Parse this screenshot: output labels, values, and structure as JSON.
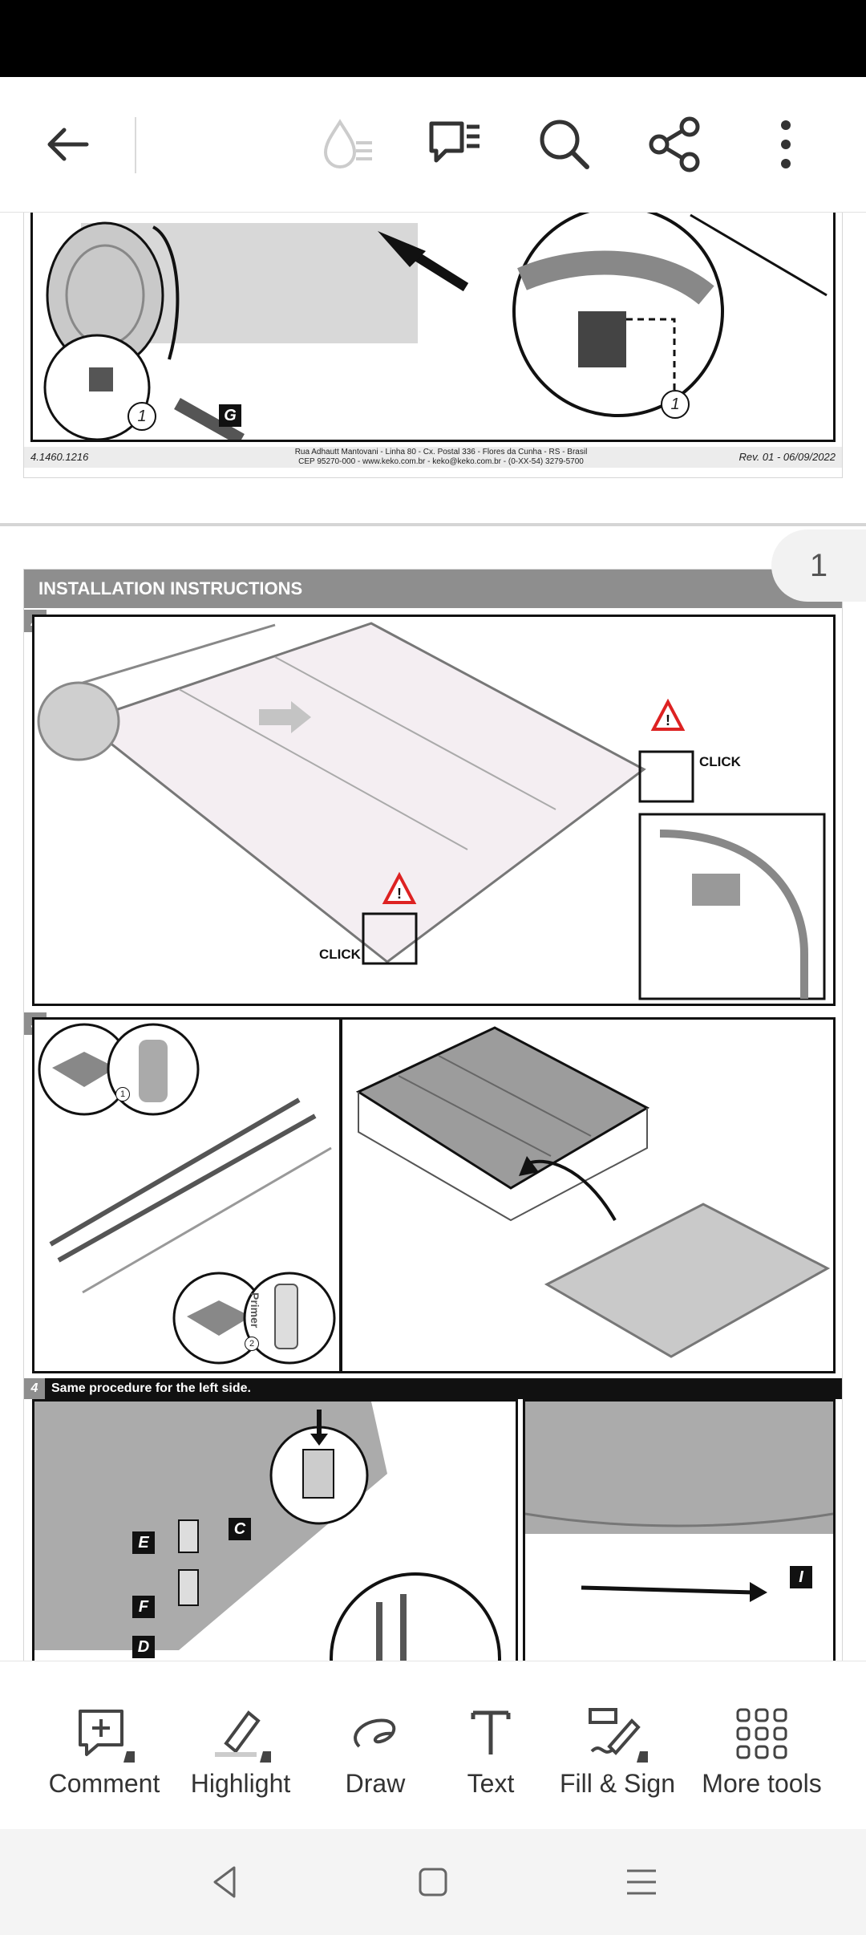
{
  "toolbar": {
    "back_icon": "arrow-left-icon",
    "liquid_mode_icon": "liquid-mode-icon",
    "comments_icon": "comment-list-icon",
    "search_icon": "search-icon",
    "share_icon": "share-icon",
    "more_icon": "more-vertical-icon"
  },
  "page_indicator": "1",
  "page1": {
    "footer_left": "4.1460.1216",
    "footer_mid_1": "Rua Adhautt Mantovani - Linha 80 - Cx. Postal 336 - Flores da Cunha - RS - Brasil",
    "footer_mid_2": "CEP 95270-000 - www.keko.com.br - keko@keko.com.br - (0-XX-54) 3279-5700",
    "footer_right": "Rev. 01 - 06/09/2022",
    "label_g": "G",
    "callout_1": "1"
  },
  "page2": {
    "section_title": "INSTALLATION INSTRUCTIONS",
    "step2": "2",
    "click_label": "CLICK",
    "step3": "3",
    "primer_label": "Primer",
    "circle_1": "1",
    "circle_2": "2",
    "step4": "4",
    "step4_text": "Same procedure for the left side.",
    "labels": {
      "c": "C",
      "d": "D",
      "e": "E",
      "f": "F",
      "i": "I"
    }
  },
  "bottom_tools": [
    {
      "label": "Comment",
      "icon": "comment-add-icon"
    },
    {
      "label": "Highlight",
      "icon": "highlighter-icon"
    },
    {
      "label": "Draw",
      "icon": "draw-icon"
    },
    {
      "label": "Text",
      "icon": "text-icon"
    },
    {
      "label": "Fill & Sign",
      "icon": "fill-sign-icon"
    },
    {
      "label": "More tools",
      "icon": "grid-icon"
    }
  ],
  "nav": {
    "back": "nav-back-icon",
    "home": "nav-home-icon",
    "recents": "nav-recents-icon"
  }
}
